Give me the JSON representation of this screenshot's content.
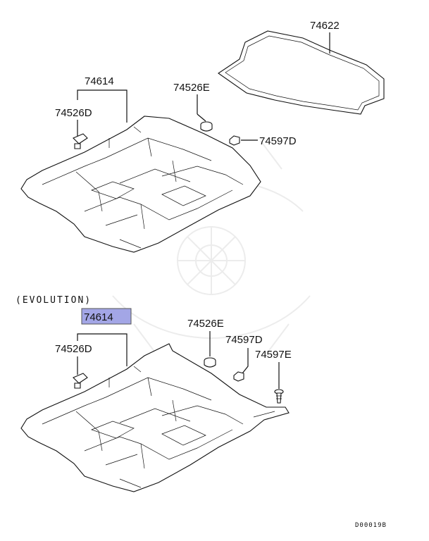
{
  "parts": {
    "p74622": "74622",
    "p74526e_top": "74526E",
    "p74597d_top": "74597D",
    "p74614_top": "74614",
    "p74526d_top": "74526D",
    "p74614_bottom": "74614",
    "p74526d_bottom": "74526D",
    "p74526e_bottom": "74526E",
    "p74597d_bottom": "74597D",
    "p74597e_bottom": "74597E"
  },
  "section_label": "(EVOLUTION)",
  "diagram_code": "D00019B",
  "highlight_color": "#a3a6e6"
}
